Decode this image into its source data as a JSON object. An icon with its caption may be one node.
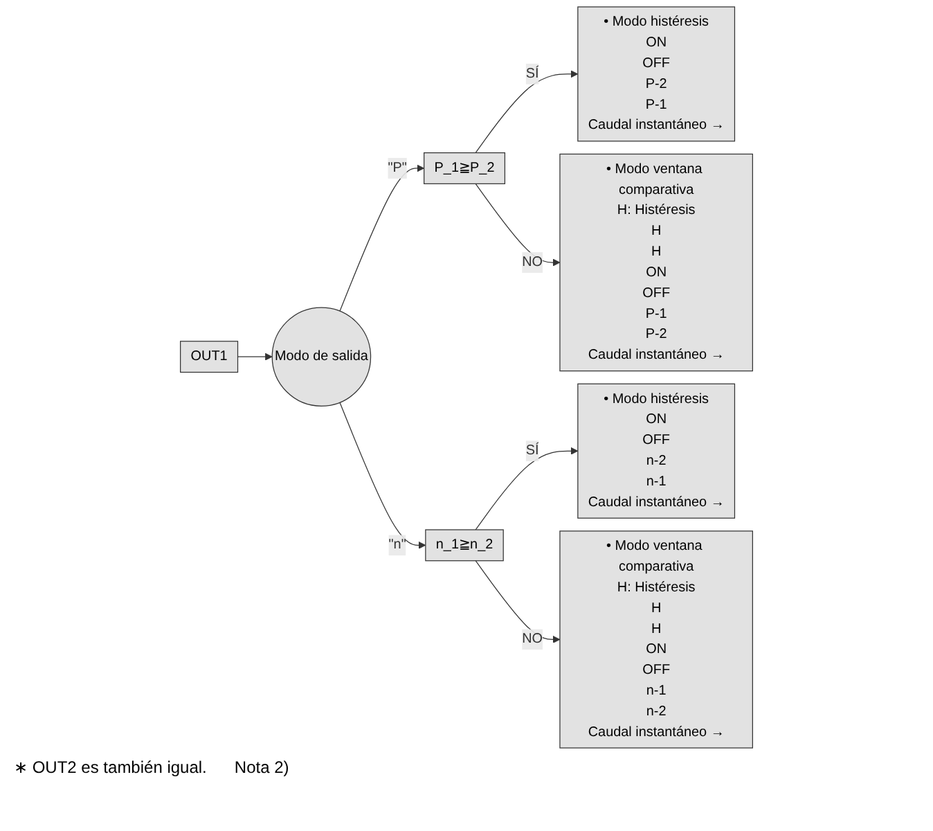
{
  "diagram": {
    "nodes": [
      {
        "text": [
          "OUT1"
        ]
      },
      {
        "text": [
          "Modo de salida"
        ]
      },
      {
        "text": [
          "P_1≧P_2"
        ]
      },
      {
        "text": [
          "n_1≧n_2"
        ]
      },
      {
        "text": [
          "• Modo histéresis",
          "ON",
          "OFF",
          "P-2",
          "P-1",
          "Caudal instantáneo →"
        ]
      },
      {
        "text": [
          "• Modo ventana comparativa",
          "H: Histéresis",
          "H",
          "H",
          "ON",
          "OFF",
          "P-1",
          "P-2",
          "Caudal instantáneo →"
        ]
      },
      {
        "text": [
          "• Modo histéresis",
          "ON",
          "OFF",
          "n-2",
          "n-1",
          "Caudal instantáneo →"
        ]
      },
      {
        "text": [
          "• Modo ventana comparativa",
          "H: Histéresis",
          "H",
          "H",
          "ON",
          "OFF",
          "n-1",
          "n-2",
          "Caudal instantáneo →"
        ]
      }
    ],
    "edges": [
      {
        "from": 0,
        "to": 1,
        "arrow": "to"
      },
      {
        "from": 1,
        "to": 2,
        "arrow": "to",
        "label": "\"P\""
      },
      {
        "from": 1,
        "to": 3,
        "arrow": "to",
        "label": "\"n\""
      },
      {
        "from": 2,
        "to": 4,
        "arrow": "to",
        "label": "SÍ"
      },
      {
        "from": 2,
        "to": 5,
        "arrow": "to",
        "label": "NO"
      },
      {
        "from": 3,
        "to": 6,
        "arrow": "to",
        "label": "SÍ"
      },
      {
        "from": 3,
        "to": 7,
        "arrow": "to",
        "label": "NO"
      }
    ],
    "labels": [
      "∗ OUT2 es también igual.",
      "Nota 2)"
    ]
  }
}
